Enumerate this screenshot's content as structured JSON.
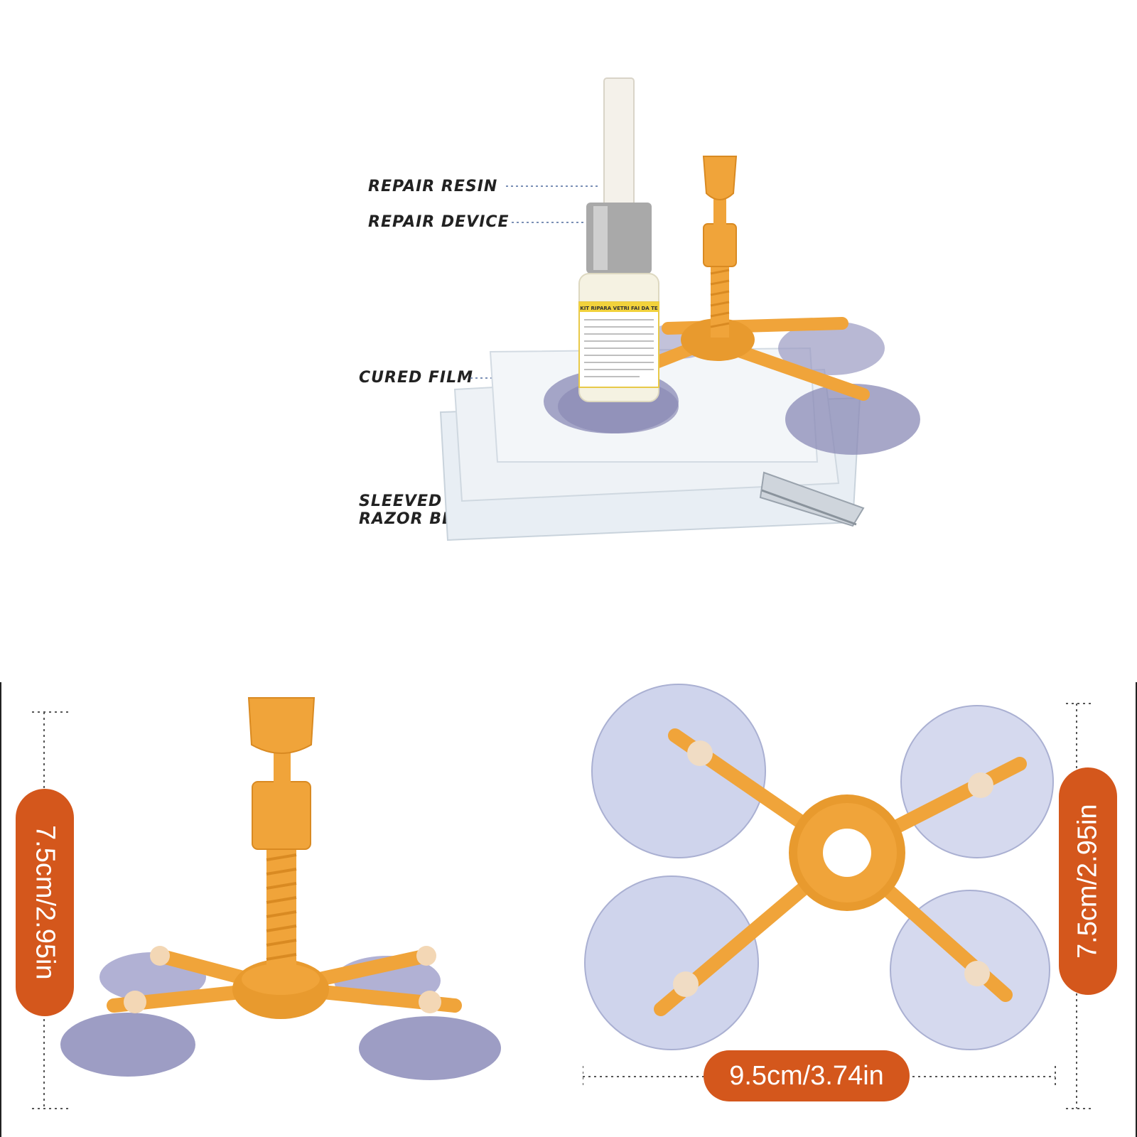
{
  "colors": {
    "accent": "#d4571c",
    "tool_orange": "#f0a43a",
    "tool_orange_dark": "#d98a22",
    "suction": "#b7b7d6",
    "callout_line": "#7a8fb5",
    "callout_dot": "#3aa0e0"
  },
  "product_overview": {
    "callouts": [
      {
        "id": "repair-resin",
        "label": "REPAIR RESIN"
      },
      {
        "id": "repair-device",
        "label": "REPAIR DEVICE"
      },
      {
        "id": "cured-film",
        "label": "CURED FILM"
      },
      {
        "id": "sleeved-razor-blade",
        "label_line1": "SLEEVED",
        "label_line2": "RAZOR BLADE"
      }
    ],
    "bottle_label_heading": "KIT RIPARA VETRI FAI DA TE"
  },
  "dimensions": {
    "height_label": "7.5cm/2.95in",
    "height_label_right": "7.5cm/2.95in",
    "width_label": "9.5cm/3.74in"
  },
  "icons": [
    "resin-bottle-icon",
    "repair-tool-icon",
    "suction-cup-icon",
    "razor-blade-icon"
  ]
}
